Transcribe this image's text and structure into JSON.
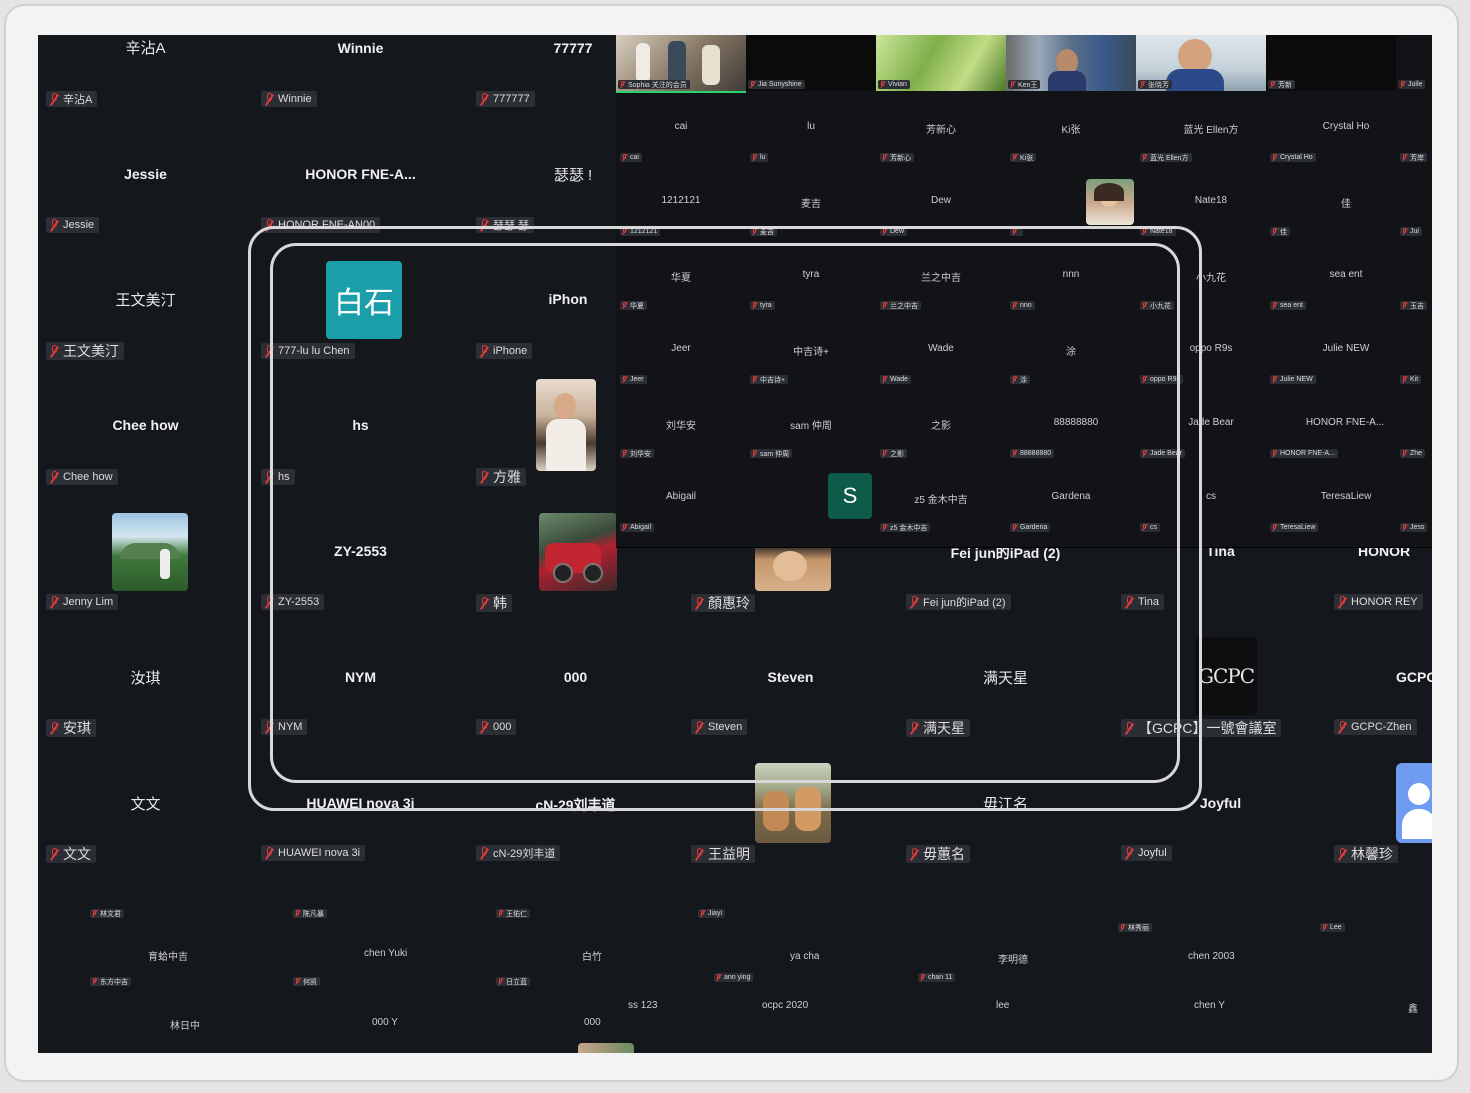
{
  "colors": {
    "stage_bg": "#14171c",
    "muted_mic": "#e03a3a",
    "avatar_teal": "#1a9faa",
    "avatar_green": "#0d5c4a",
    "avatar_blue": "#6f9cf0"
  },
  "grid": {
    "row1": {
      "name_1": "辛沾A",
      "label_1": "辛沾A",
      "name_2": "Winnie",
      "label_2": "Winnie",
      "name_3": "77777",
      "label_3": "777777"
    },
    "row2": {
      "name_1": "Jessie",
      "label_1": "Jessie",
      "name_2": "HONOR FNE-A...",
      "label_2": "HONOR FNE-AN00",
      "name_3": "瑟瑟 !",
      "label_3": "瑟瑟 瑟"
    },
    "row3": {
      "name_1": "王文美汀",
      "label_1": "王文美汀",
      "avatar_2": "白石",
      "label_2": "777-lu lu Chen",
      "name_3": "iPhon",
      "label_3": "iPhone"
    },
    "row4": {
      "name_1": "Chee how",
      "label_1": "Chee how",
      "name_2": "hs",
      "label_2": "hs",
      "label_3": "方雅"
    },
    "row5": {
      "label_1": "Jenny Lim",
      "name_2": "ZY-2553",
      "label_2": "ZY-2553",
      "label_3": "韩",
      "label_4": "顏惠玲",
      "name_5": "Fei jun的iPad (2)",
      "label_5": "Fei jun的iPad (2)",
      "name_6": "Tina",
      "label_6": "Tina",
      "name_7": "HONOR",
      "label_7": "HONOR REY"
    },
    "row6": {
      "name_1": "汝琪",
      "label_1": "安琪",
      "name_2": "NYM",
      "label_2": "NYM",
      "name_3": "000",
      "label_3": "000",
      "name_4": "Steven",
      "label_4": "Steven",
      "name_5": "满天星",
      "label_5": "满天星",
      "label_6": "【GCPC】一號會議室",
      "name_7": "GCPC",
      "label_7": "GCPC-Zhen",
      "logo_text": "GCPC"
    },
    "row7": {
      "name_1": "文文",
      "label_1": "文文",
      "name_2": "HUAWEI nova 3i",
      "label_2": "HUAWEI nova 3i",
      "name_3": "cN-29刘丰道",
      "label_3": "cN-29刘丰道",
      "label_4": "王益明",
      "name_5": "毋江名",
      "label_5": "毋蕙名",
      "name_6": "Joyful",
      "label_6": "Joyful",
      "label_7": "林馨珍"
    }
  },
  "overlay": {
    "strip": {
      "label_1": "Sophia 关注的会员",
      "label_2": "Jia Sunyshine",
      "label_3": "Vivian",
      "label_4": "Ken王",
      "label_5": "张晓芳",
      "label_6": "芳新",
      "label_7": "Juile"
    },
    "rows": [
      [
        "cai",
        "lu",
        "芳新心",
        "Ki张",
        "蓝光 Ellen方",
        "Crystal Ho",
        "芳岸"
      ],
      [
        "1212121",
        "麦吉",
        "Dew",
        "",
        "Nate18",
        "佳",
        "Jui"
      ],
      [
        "华夏",
        "tyra",
        "兰之中吉",
        "nnn",
        "小九花",
        "sea ent",
        "玉吉"
      ],
      [
        "Jeer",
        "中吉诗+",
        "Wade",
        "涂",
        "oppo R9s",
        "Julie NEW",
        "Kit"
      ],
      [
        "刘华安",
        "sam 仲周",
        "之影",
        "88888880",
        "Jade Bear",
        "HONOR FNE-A...",
        "Zhe"
      ],
      [
        "Abigail",
        "",
        "z5 金木中吉",
        "Gardena",
        "cs",
        "TeresaLiew",
        "Jess"
      ]
    ],
    "s_avatar": "S"
  },
  "bottom": {
    "rowA": [
      "林文君",
      "陈凡暴",
      "王佑仁",
      "Jiayi",
      "",
      "林秀丽",
      "Lee"
    ],
    "rowB": [
      "育蛤中吉",
      "chen Yuki",
      "白竹",
      "ya cha",
      "李明德",
      "chen 2003"
    ],
    "rowC": [
      "东方中吉",
      "何凯",
      "日立蓝",
      "ann ying",
      "chan 11"
    ],
    "rowD": [
      "林日中",
      "000 Y",
      "000",
      "ss 123",
      "ocpc 2020",
      "lee",
      "chen Y",
      "鑫"
    ]
  }
}
